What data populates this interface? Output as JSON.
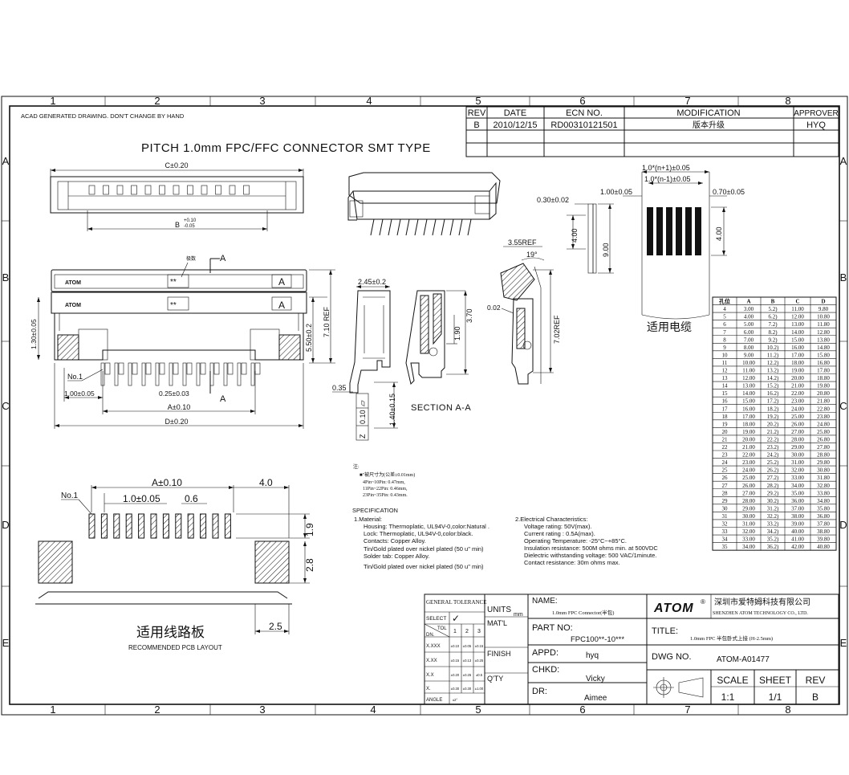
{
  "frame": {
    "top_numbers": [
      "1",
      "2",
      "3",
      "4",
      "5",
      "6",
      "7",
      "8"
    ],
    "bottom_numbers": [
      "1",
      "2",
      "3",
      "4",
      "5",
      "6",
      "7",
      "8"
    ],
    "side_letters": [
      "A",
      "B",
      "C",
      "D",
      "E"
    ]
  },
  "notice": "ACAD GENERATED DRAWING. DON'T CHANGE BY HAND",
  "main_title": "PITCH 1.0mm FPC/FFC CONNECTOR SMT TYPE",
  "revision_table": {
    "headers": [
      "REV",
      "DATE",
      "ECN NO.",
      "MODIFICATION",
      "APPROVER"
    ],
    "rows": [
      [
        "B",
        "2010/12/15",
        "RD00310121501",
        "版本升级",
        "HYQ"
      ]
    ]
  },
  "top_view": {
    "dim_c": "C±0.20",
    "dim_b": "B",
    "dim_b_tol_upper": "+0.10",
    "dim_b_tol_lower": "-0.05"
  },
  "front_view": {
    "mark_a": "A",
    "label_a_text": "A",
    "stars": "**",
    "label_chinese": "极数",
    "logo": "ATOM",
    "dim_h1": "1.30±0.05",
    "dim_v1": "5.50±0.2",
    "dim_v2": "7.10 REF",
    "no1": "No.1",
    "dim_pitch_edge": "1.00±0.05",
    "dim_pin": "0.25±0.03",
    "dim_a": "A±0.10",
    "dim_d": "D±0.20",
    "section_mark": "A"
  },
  "side_view": {
    "dim_top": "2.45±0.2",
    "dim_foot": "0.35",
    "dim_height": "1.40±0.15",
    "flatness": "0.10",
    "flatness_sym": "▱",
    "flatness_datum": "Z"
  },
  "section_view": {
    "title": "SECTION A-A",
    "dim1": "1.90",
    "dim2": "3.70"
  },
  "open_view": {
    "dim_ref": "3.55REF",
    "angle": "19°",
    "dim_h": "7.02REF",
    "dim_r": "0.02"
  },
  "fpc_cable": {
    "dim_t": "0.30±0.02",
    "dim_len": "9.00",
    "dim_len2": "4.00",
    "dim_edge": "1.00±0.05",
    "dim_total": "1.0*(n+1)±0.05",
    "dim_inner": "1.0*(n-1)±0.05",
    "dim_right": "0.70±0.05",
    "dim_contact": "4.00",
    "label": "适用电缆"
  },
  "pin_table": {
    "headers": [
      "孔位",
      "A",
      "B",
      "C",
      "D"
    ],
    "rows": [
      [
        "4",
        "3.00",
        "5.2)",
        "11.00",
        "9.80"
      ],
      [
        "5",
        "4.00",
        "6.2)",
        "12.00",
        "10.80"
      ],
      [
        "6",
        "5.00",
        "7.2)",
        "13.00",
        "11.80"
      ],
      [
        "7",
        "6.00",
        "8.2)",
        "14.00",
        "12.80"
      ],
      [
        "8",
        "7.00",
        "9.2)",
        "15.00",
        "13.80"
      ],
      [
        "9",
        "8.00",
        "10.2)",
        "16.00",
        "14.80"
      ],
      [
        "10",
        "9.00",
        "11.2)",
        "17.00",
        "15.80"
      ],
      [
        "11",
        "10.00",
        "12.2)",
        "18.00",
        "16.80"
      ],
      [
        "12",
        "11.00",
        "13.2)",
        "19.00",
        "17.80"
      ],
      [
        "13",
        "12.00",
        "14.2)",
        "20.00",
        "18.80"
      ],
      [
        "14",
        "13.00",
        "15.2)",
        "21.00",
        "19.80"
      ],
      [
        "15",
        "14.00",
        "16.2)",
        "22.00",
        "20.80"
      ],
      [
        "16",
        "15.00",
        "17.2)",
        "23.00",
        "21.80"
      ],
      [
        "17",
        "16.00",
        "18.2)",
        "24.00",
        "22.80"
      ],
      [
        "18",
        "17.00",
        "19.2)",
        "25.00",
        "23.80"
      ],
      [
        "19",
        "18.00",
        "20.2)",
        "26.00",
        "24.80"
      ],
      [
        "20",
        "19.00",
        "21.2)",
        "27.00",
        "25.80"
      ],
      [
        "21",
        "20.00",
        "22.2)",
        "28.00",
        "26.80"
      ],
      [
        "22",
        "21.00",
        "23.2)",
        "29.00",
        "27.80"
      ],
      [
        "23",
        "22.00",
        "24.2)",
        "30.00",
        "28.80"
      ],
      [
        "24",
        "23.00",
        "25.2)",
        "31.00",
        "29.80"
      ],
      [
        "25",
        "24.00",
        "26.2)",
        "32.00",
        "30.80"
      ],
      [
        "26",
        "25.00",
        "27.2)",
        "33.00",
        "31.80"
      ],
      [
        "27",
        "26.00",
        "28.2)",
        "34.00",
        "32.80"
      ],
      [
        "28",
        "27.00",
        "29.2)",
        "35.00",
        "33.80"
      ],
      [
        "29",
        "28.00",
        "30.2)",
        "36.00",
        "34.80"
      ],
      [
        "30",
        "29.00",
        "31.2)",
        "37.00",
        "35.80"
      ],
      [
        "31",
        "30.00",
        "32.2)",
        "38.00",
        "36.80"
      ],
      [
        "32",
        "31.00",
        "33.2)",
        "39.00",
        "37.80"
      ],
      [
        "33",
        "32.00",
        "34.2)",
        "40.00",
        "38.80"
      ],
      [
        "34",
        "33.00",
        "35.2)",
        "41.00",
        "39.80"
      ],
      [
        "35",
        "34.00",
        "36.2)",
        "42.00",
        "40.80"
      ]
    ]
  },
  "pcb_layout": {
    "dim_a": "A±0.10",
    "dim_edge": "4.0",
    "no1": "No.1",
    "dim_pitch": "1.0±0.05",
    "dim_pad": "0.6",
    "dim_pad_h": "1.9",
    "dim_tab_h": "2.8",
    "dim_tab_w": "2.5",
    "label_cn": "适用线路板",
    "label_en": "RECOMMENDED PCB LAYOUT"
  },
  "notes": {
    "title": "注:",
    "lines": [
      "■\"被尺寸为(公差±0.01mm)",
      "4Pin~10Pin: 0.47mm,",
      "11Pin~22Pin: 0.46mm,",
      "23Pin~35Pin: 0.43mm."
    ]
  },
  "specification": {
    "title": "SPECIFICATION",
    "material_title": "1.Material:",
    "material_lines": [
      "Housing: Thermoplatic, UL94V-0,color:Natural .",
      "Lock: Thermoplatic, UL94V-0,color:black.",
      "Contacts: Copper Alloy.",
      "Tin/Gold plated over nickel plated (50 u\" min)",
      "Solder tab: Copper Alloy.",
      "Tin/Gold plated over nickel plated (50 u\" min)"
    ],
    "electrical_title": "2.Electrical Characteristics:",
    "electrical_lines": [
      "Voltage rating: 50V(max).",
      "Current rating : 0.5A(max).",
      "Operating Temperature: -25°C~+85°C.",
      "Insulation resistance: 500M ohms min. at 500VDC",
      "Dielectric withstanding voltage: 500 VAC/1minute.",
      "Contact resistance: 30m ohms max."
    ]
  },
  "tolerance_block": {
    "title": "GENERAL TOLERANCE",
    "select": "SELECT",
    "check": "✓",
    "tol": "TOL",
    "dn": "DN.",
    "cols": [
      "1",
      "2",
      "3"
    ],
    "rows": [
      {
        "label": "X.XXX",
        "vals": [
          "±0.10",
          "±0.05",
          "±0.15"
        ]
      },
      {
        "label": "X.XX",
        "vals": [
          "±0.15",
          "±0.13",
          "±0.25"
        ]
      },
      {
        "label": "X.X",
        "vals": [
          "±0.20",
          "±0.25",
          "±0.5"
        ]
      },
      {
        "label": "X.",
        "vals": [
          "±0.30",
          "±0.30",
          "±1.00"
        ]
      },
      {
        "label": "ANGLE",
        "vals": [
          "±2°",
          "",
          ""
        ]
      }
    ]
  },
  "title_block": {
    "units_label": "UNITS",
    "units_val": "mm",
    "matl_label": "MAT'L",
    "finish_label": "FINISH",
    "qty_label": "Q'TY",
    "name_label": "NAME:",
    "name_val": "1.0mm FPC Connector(半包)",
    "part_label": "PART NO:",
    "part_val": "FPC100**-10***",
    "appd_label": "APPD:",
    "appd_val": "hyq",
    "chkd_label": "CHKD:",
    "chkd_val": "Vicky",
    "dr_label": "DR:",
    "dr_val": "Aimee",
    "company_logo": "ATOM",
    "company_reg": "®",
    "company_cn": "深圳市爱特姆科技有限公司",
    "company_en": "SHENZHEN ATOM TECHNOLOGY CO., LTD.",
    "title_label": "TITLE:",
    "title_val": "1.0mm FPC 半包卧式上接 (H-2.5mm)",
    "dwg_label": "DWG NO.",
    "dwg_val": "ATOM-A01477",
    "scale_label": "SCALE",
    "scale_val": "1:1",
    "sheet_label": "SHEET",
    "sheet_val": "1/1",
    "rev_label": "REV",
    "rev_val": "B"
  }
}
